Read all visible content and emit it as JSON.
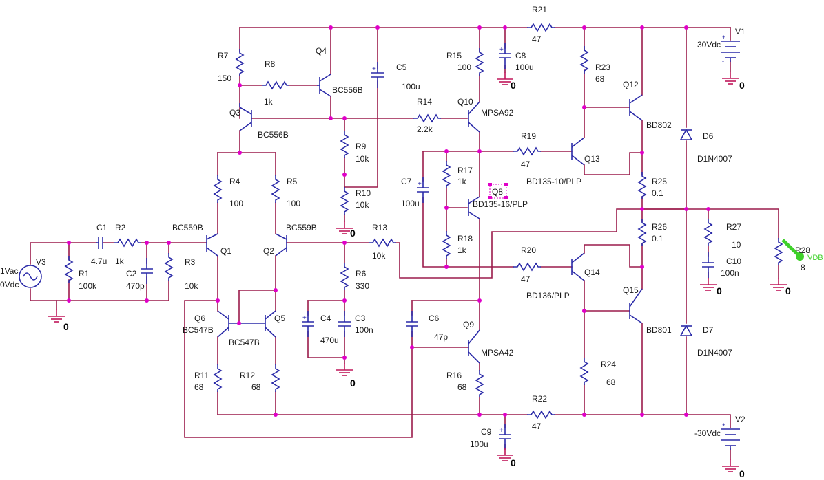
{
  "colors": {
    "wire": "#9b1b4b",
    "component": "#2a2aa8",
    "ground": "#c0175a",
    "junction": "#e000c8",
    "probe": "#3fd12a",
    "text": "#1a1a1a"
  },
  "labels": {
    "v1_name": "V1",
    "v1_val": "30Vdc",
    "v2_name": "V2",
    "v2_val": "-30Vdc",
    "v3_name": "V3",
    "v3_ac": "1Vac",
    "v3_dc": "0Vdc",
    "r1_name": "R1",
    "r1_val": "100k",
    "r2_name": "R2",
    "r2_val": "1k",
    "r3_name": "R3",
    "r3_val": "10k",
    "r4_name": "R4",
    "r4_val": "100",
    "r5_name": "R5",
    "r5_val": "100",
    "r6_name": "R6",
    "r6_val": "330",
    "r7_name": "R7",
    "r7_val": "150",
    "r8_name": "R8",
    "r8_val": "1k",
    "r9_name": "R9",
    "r9_val": "10k",
    "r10_name": "R10",
    "r10_val": "10k",
    "r11_name": "R11",
    "r11_val": "68",
    "r12_name": "R12",
    "r12_val": "68",
    "r13_name": "R13",
    "r13_val": "10k",
    "r14_name": "R14",
    "r14_val": "2.2k",
    "r15_name": "R15",
    "r15_val": "100",
    "r16_name": "R16",
    "r16_val": "68",
    "r17_name": "R17",
    "r17_val": "1k",
    "r18_name": "R18",
    "r18_val": "1k",
    "r19_name": "R19",
    "r19_val": "47",
    "r20_name": "R20",
    "r20_val": "47",
    "r21_name": "R21",
    "r21_val": "47",
    "r22_name": "R22",
    "r22_val": "47",
    "r23_name": "R23",
    "r23_val": "68",
    "r24_name": "R24",
    "r24_val": "68",
    "r25_name": "R25",
    "r25_val": "0.1",
    "r26_name": "R26",
    "r26_val": "0.1",
    "r27_name": "R27",
    "r27_val": "10",
    "r28_name": "R28",
    "r28_val": "8",
    "c1_name": "C1",
    "c1_val": "4.7u",
    "c2_name": "C2",
    "c2_val": "470p",
    "c3_name": "C3",
    "c3_val": "100n",
    "c4_name": "C4",
    "c4_val": "470u",
    "c5_name": "C5",
    "c5_val": "100u",
    "c6_name": "C6",
    "c6_val": "47p",
    "c7_name": "C7",
    "c7_val": "100u",
    "c8_name": "C8",
    "c8_val": "100u",
    "c9_name": "C9",
    "c9_val": "100u",
    "c10_name": "C10",
    "c10_val": "100n",
    "q1_name": "Q1",
    "q1_part": "BC559B",
    "q2_name": "Q2",
    "q2_part": "BC559B",
    "q3_name": "Q3",
    "q3_part": "BC556B",
    "q4_name": "Q4",
    "q4_part": "BC556B",
    "q5_name": "Q5",
    "q5_part": "BC547B",
    "q6_name": "Q6",
    "q6_part": "BC547B",
    "q8_name": "Q8",
    "q8_part": "BD135-16/PLP",
    "q9_name": "Q9",
    "q9_part": "MPSA42",
    "q10_name": "Q10",
    "q10_part": "MPSA92",
    "q12_name": "Q12",
    "q12_part": "BD802",
    "q13_name": "Q13",
    "q13_part": "BD135-10/PLP",
    "q14_name": "Q14",
    "q14_part": "BD136/PLP",
    "q15_name": "Q15",
    "q15_part": "BD801",
    "d6_name": "D6",
    "d6_part": "D1N4007",
    "d7_name": "D7",
    "d7_part": "D1N4007",
    "gnd": "0",
    "probe": "VDB"
  }
}
